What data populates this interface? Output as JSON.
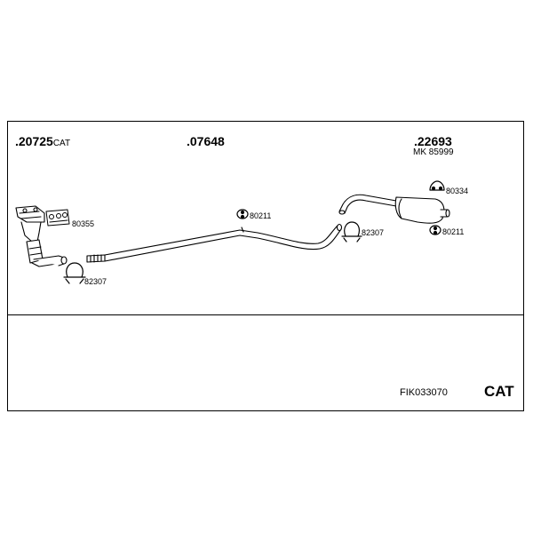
{
  "diagram": {
    "sections": [
      {
        "part_number": ".20725",
        "suffix": "CAT"
      },
      {
        "part_number": ".07648"
      },
      {
        "part_number": ".22693",
        "sub_label": "MK 85999"
      }
    ],
    "component_labels": {
      "gasket_front": "80355",
      "clamp_front": "82307",
      "hanger_mid": "80211",
      "clamp_rear": "82307",
      "hanger_rear_top": "80334",
      "hanger_rear_bottom": "80211"
    }
  },
  "footer": {
    "kit_code": "FIK033070",
    "type": "CAT"
  }
}
